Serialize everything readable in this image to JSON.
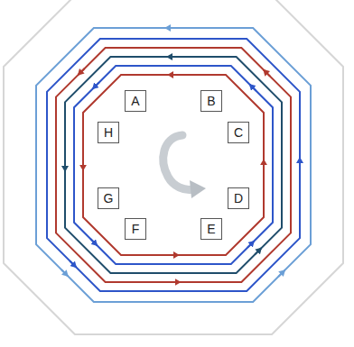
{
  "diagram": {
    "nodes": [
      {
        "text": [
          "A"
        ]
      },
      {
        "text": [
          "B"
        ]
      },
      {
        "text": [
          "H"
        ]
      },
      {
        "text": [
          "C"
        ]
      },
      {
        "text": [
          "G"
        ]
      },
      {
        "text": [
          "D"
        ]
      },
      {
        "text": [
          "F"
        ]
      },
      {
        "text": [
          "E"
        ]
      }
    ]
  }
}
